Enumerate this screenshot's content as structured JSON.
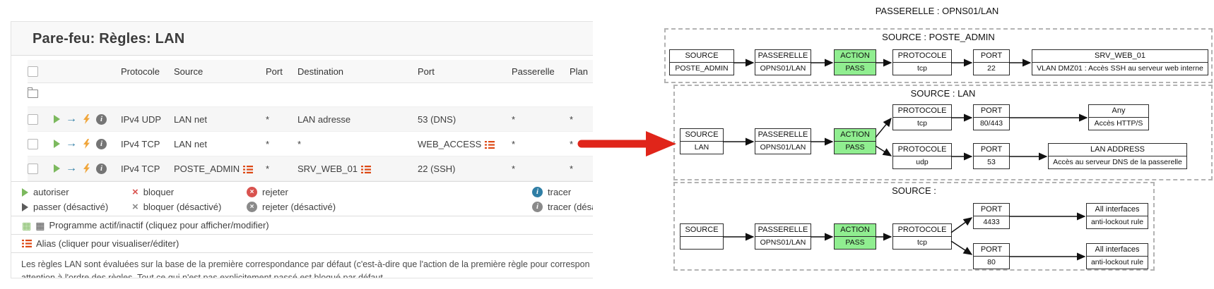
{
  "colors": {
    "allow_green": "#7cb95e",
    "info_blue": "#2f7ea5",
    "bolt_orange": "#f0a63c",
    "danger_red": "#d9534f",
    "alias_orange": "#dd4814",
    "pass_green": "#90ee90",
    "arrow_red": "#e0251a",
    "cal_dark": "#4f4f4f",
    "disabled_gray": "#8a8a8a"
  },
  "icons": {
    "arrow_glyph": "→",
    "x_glyph": "×",
    "info_glyph": "i",
    "calendar_glyph": "▦"
  },
  "panel": {
    "title": "Pare-feu: Règles: LAN",
    "table": {
      "headers": {
        "protocol": "Protocole",
        "source": "Source",
        "port_src": "Port",
        "destination": "Destination",
        "port_dst": "Port",
        "gateway": "Passerelle",
        "schedule": "Plan"
      },
      "rows": [
        {
          "protocol": "IPv4 UDP",
          "source": "LAN net",
          "sport": "*",
          "destination": "LAN adresse",
          "dport": "53 (DNS)",
          "gateway": "*",
          "schedule": "*"
        },
        {
          "protocol": "IPv4 TCP",
          "source": "LAN net",
          "sport": "*",
          "destination": "*",
          "dport": "WEB_ACCESS",
          "gateway": "*",
          "schedule": "*"
        },
        {
          "protocol": "IPv4 TCP",
          "source": "POSTE_ADMIN",
          "sport": "*",
          "destination": "SRV_WEB_01",
          "dport": "22 (SSH)",
          "gateway": "*",
          "schedule": "*"
        }
      ]
    },
    "legend": {
      "allow": "autoriser",
      "block": "bloquer",
      "reject": "rejeter",
      "log": "tracer",
      "allow_disabled": "passer (désactivé)",
      "block_disabled": "bloquer (désactivé)",
      "reject_disabled": "rejeter (désactivé)",
      "log_disabled": "tracer (désactivé)"
    },
    "notes": {
      "schedule": "Programme actif/inactif (cliquez pour afficher/modifier)",
      "alias": "Alias (cliquer pour visualiser/éditer)",
      "desc1": "Les règles LAN sont évaluées sur la base de la première correspondance par défaut (c'est-à-dire que l'action de la première règle pour correspon",
      "desc2": "attention à l'ordre des règles. Tout ce qui n'est pas explicitement passé est bloqué par défaut."
    }
  },
  "diagram": {
    "title": "PASSERELLE : OPNS01/LAN",
    "group1": {
      "label": "SOURCE : POSTE_ADMIN",
      "source": {
        "t": "SOURCE",
        "v": "POSTE_ADMIN"
      },
      "gateway": {
        "t": "PASSERELLE",
        "v": "OPNS01/LAN"
      },
      "action": {
        "t": "ACTION",
        "v": "PASS"
      },
      "protocol": {
        "t": "PROTOCOLE",
        "v": "tcp"
      },
      "port": {
        "t": "PORT",
        "v": "22"
      },
      "dest": {
        "t": "SRV_WEB_01",
        "v": "VLAN DMZ01 : Accès SSH au serveur web interne"
      }
    },
    "group2": {
      "label": "SOURCE : LAN",
      "source": {
        "t": "SOURCE",
        "v": "LAN"
      },
      "gateway": {
        "t": "PASSERELLE",
        "v": "OPNS01/LAN"
      },
      "action": {
        "t": "ACTION",
        "v": "PASS"
      },
      "tcp": {
        "protocol": {
          "t": "PROTOCOLE",
          "v": "tcp"
        },
        "port": {
          "t": "PORT",
          "v": "80/443"
        },
        "dest": {
          "t": "Any",
          "v": "Accès HTTP/S"
        }
      },
      "udp": {
        "protocol": {
          "t": "PROTOCOLE",
          "v": "udp"
        },
        "port": {
          "t": "PORT",
          "v": "53"
        },
        "dest": {
          "t": "LAN ADDRESS",
          "v": "Accès au serveur DNS de la passerelle"
        }
      }
    },
    "group3": {
      "label": "SOURCE :",
      "source": {
        "t": "SOURCE",
        "v": ""
      },
      "gateway": {
        "t": "PASSERELLE",
        "v": "OPNS01/LAN"
      },
      "action": {
        "t": "ACTION",
        "v": "PASS"
      },
      "protocol": {
        "t": "PROTOCOLE",
        "v": "tcp"
      },
      "b1": {
        "port": {
          "t": "PORT",
          "v": "4433"
        },
        "dest": {
          "t": "All interfaces",
          "v": "anti-lockout rule"
        }
      },
      "b2": {
        "port": {
          "t": "PORT",
          "v": "80"
        },
        "dest": {
          "t": "All interfaces",
          "v": "anti-lockout rule"
        }
      }
    }
  }
}
